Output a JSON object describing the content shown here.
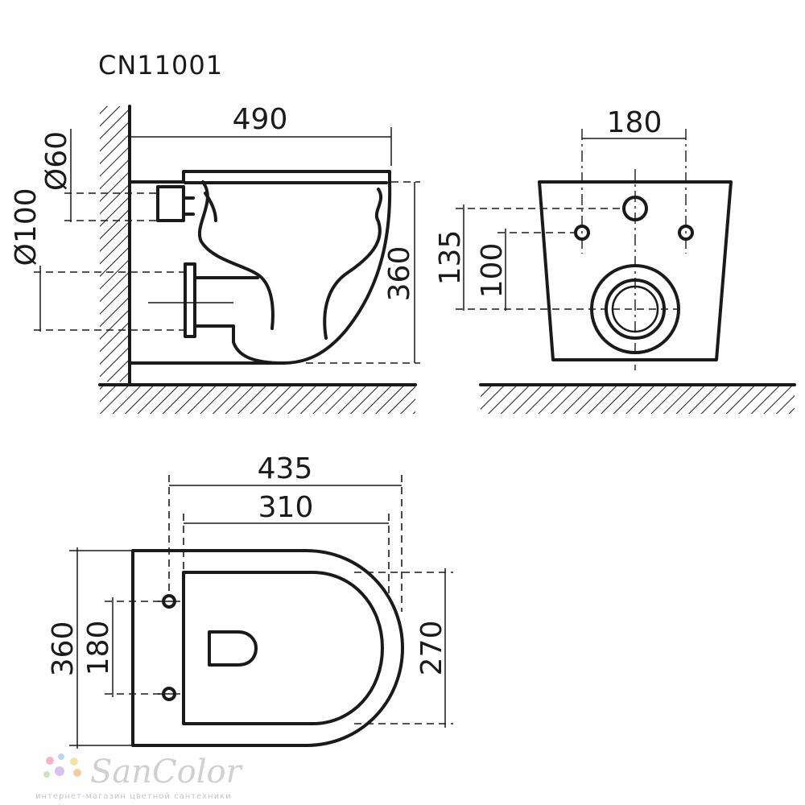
{
  "model": "CN11001",
  "side_view": {
    "width": "490",
    "height": "360",
    "inlet_diameter": "Ø60",
    "outlet_diameter": "Ø100"
  },
  "front_view": {
    "mount_spacing": "180",
    "inlet_height": "135",
    "outlet_height": "100"
  },
  "top_view": {
    "overall_length": "435",
    "hole_to_front": "310",
    "overall_width": "360",
    "mount_spacing": "180",
    "bowl_width": "270"
  },
  "brand": {
    "name": "SanColor",
    "tagline": "интернет-магазин цветной сантехники",
    "dot_colors": [
      "#f2b7c9",
      "#b8d8f2",
      "#f4e3a3",
      "#c9e6b8",
      "#d7c3ee",
      "#f7c9a6"
    ]
  }
}
